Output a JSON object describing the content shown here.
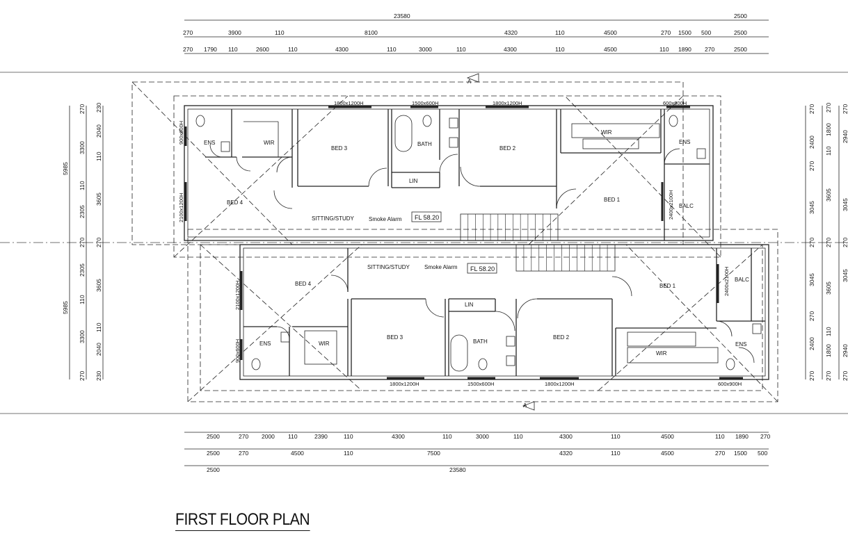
{
  "title": "FIRST FLOOR PLAN",
  "upper_unit": {
    "rooms": {
      "bed1": "BED 1",
      "bed2": "BED 2",
      "bed3": "BED 3",
      "bed4": "BED 4",
      "bath": "BATH",
      "lin": "LIN",
      "ens_left": "ENS",
      "ens_right": "ENS",
      "wir_left": "WIR",
      "wir_right": "WIR",
      "sitting": "SITTING/STUDY",
      "balc": "BALC"
    },
    "smoke": "Smoke Alarm",
    "fl": "FL 58.20",
    "windows": {
      "w1": "1800x1200H",
      "w2": "1500x600H",
      "w3": "1800x1200H",
      "w4": "600x900H",
      "w5": "900x600H",
      "w6": "2100x1200H",
      "w7": "2400x2100H"
    }
  },
  "lower_unit": {
    "rooms": {
      "bed1": "BED 1",
      "bed2": "BED 2",
      "bed3": "BED 3",
      "bed4": "BED 4",
      "bath": "BATH",
      "lin": "LIN",
      "ens_left": "ENS",
      "ens_right": "ENS",
      "wir_left": "WIR",
      "wir_right": "WIR",
      "sitting": "SITTING/STUDY",
      "balc": "BALC"
    },
    "smoke": "Smoke Alarm",
    "fl": "FL 58.20",
    "windows": {
      "w1": "1800x1200H",
      "w2": "1500x600H",
      "w3": "1800x1200H",
      "w4": "600x900H",
      "w5": "900x600H",
      "w6": "2100x1200H",
      "w7": "2400x2100H"
    }
  },
  "section_marks": {
    "top": "A",
    "bottom": "A"
  },
  "dims": {
    "top_total": "23580",
    "top_total_r": "2500",
    "top_r2": [
      "270",
      "3900",
      "110",
      "8100",
      "4320",
      "110",
      "4500",
      "270",
      "1500",
      "500",
      "2500"
    ],
    "top_r3": [
      "270",
      "1790",
      "110",
      "2600",
      "110",
      "4300",
      "110",
      "3000",
      "110",
      "4300",
      "110",
      "4500",
      "110",
      "1890",
      "270",
      "2500"
    ],
    "bot_r1": [
      "2500",
      "270",
      "2000",
      "110",
      "2390",
      "110",
      "4300",
      "110",
      "3000",
      "110",
      "4300",
      "110",
      "4500",
      "110",
      "1890",
      "270"
    ],
    "bot_r2": [
      "2500",
      "270",
      "4500",
      "110",
      "7500",
      "4320",
      "110",
      "4500",
      "270",
      "1500",
      "500"
    ],
    "bot_total_l": "2500",
    "bot_total": "23580",
    "left_outer": [
      "5985",
      "5985"
    ],
    "left_mid": [
      "270",
      "3300",
      "110",
      "2305",
      "270",
      "2305",
      "110",
      "3300",
      "270"
    ],
    "left_inner": [
      "230",
      "2040",
      "110",
      "3605",
      "270",
      "3605",
      "110",
      "2040",
      "230"
    ],
    "right_a": [
      "270",
      "2400",
      "270",
      "3045",
      "270",
      "3045",
      "270",
      "2400",
      "270"
    ],
    "right_b": [
      "270",
      "1800",
      "110",
      "3605",
      "270",
      "3605",
      "110",
      "1800",
      "270"
    ],
    "right_c": [
      "270",
      "2940",
      "3045",
      "270",
      "3045",
      "2940",
      "270"
    ]
  }
}
